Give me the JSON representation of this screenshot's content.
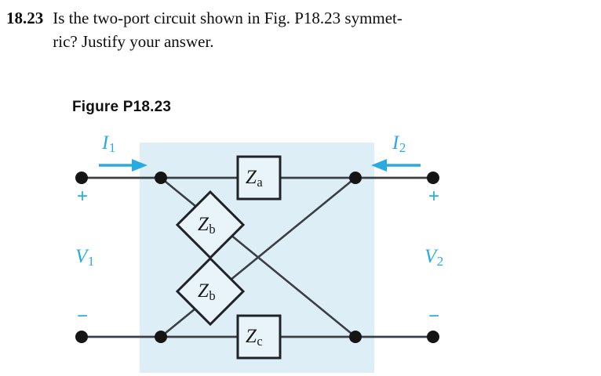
{
  "problem": {
    "number": "18.23",
    "line_1": "Is the two-port circuit shown in Fig. P18.23 symmet-",
    "line_2": "ric? Justify your answer."
  },
  "figure": {
    "caption": "Figure P18.23",
    "accent_color": "#29abe2",
    "shade_color": "#ddeef7",
    "wire_color": "#3a3f45",
    "node_color": "#151515",
    "labels": {
      "current_left": "I",
      "current_left_sub": "1",
      "current_right": "I",
      "current_right_sub": "2",
      "voltage_left": "V",
      "voltage_left_sub": "1",
      "voltage_right": "V",
      "voltage_right_sub": "2",
      "plus_left": "+",
      "plus_right": "+",
      "minus_left": "−",
      "minus_right": "−"
    },
    "components": [
      {
        "name": "Z",
        "sub": "a",
        "shape": "rectangle",
        "position": "top-branch"
      },
      {
        "name": "Z",
        "sub": "b",
        "shape": "diamond",
        "position": "upper-diagonal"
      },
      {
        "name": "Z",
        "sub": "b",
        "shape": "diamond",
        "position": "lower-diagonal"
      },
      {
        "name": "Z",
        "sub": "c",
        "shape": "rectangle",
        "position": "bottom-branch"
      }
    ]
  }
}
